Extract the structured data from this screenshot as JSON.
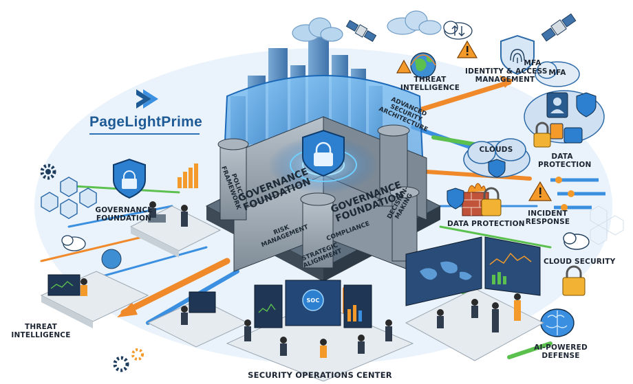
{
  "brand": {
    "name": "PageLightPrime",
    "color": "#1d5a96"
  },
  "labels": {
    "threat_intel_top": "THREAT\nINTELLIGENCE",
    "identity_access": "IDENTITY & ACCESS\nMANAGEMENT",
    "mfa_1": "MFA",
    "mfa_2": "MFA",
    "adv_security": "ADVANCED\nSECURITY\nARCHITECTURE",
    "clouds": "CLOUDS",
    "data_protection_right": "DATA\nPROTECTION",
    "data_protection_mid": "DATA PROTECTION",
    "incident_response": "INCIDENT\nRESPONSE",
    "cloud_security": "CLOUD SECURITY",
    "ai_defense": "AI-POWERED\nDEFENSE",
    "soc": "SECURITY OPERATIONS CENTER",
    "soc_screen": "SOC",
    "threat_intel_left": "THREAT\nINTELLIGENCE",
    "governance_left": "GOVERNANCE\nFOUNDATION",
    "gov_wall_1": "GOVERNANCE\nFOUNDATION",
    "gov_wall_2": "GOVERNANCE\nFOUNDATION",
    "policy": "POLICY\nFRAMEWORK",
    "risk": "RISK\nMANAGEMENT",
    "compliance": "COMPLIANCE",
    "strategic": "STRATEGIC\nALIGNMENT",
    "decision": "DECISION-\nMAKING"
  },
  "colors": {
    "shield_blue": "#2d7fd0",
    "fortress_gray": "#8e9aa6",
    "arrow_orange": "#f0892a",
    "arrow_green": "#5cc04f",
    "arrow_blue": "#3a8fe0",
    "screen_dark": "#1f3654",
    "alert_orange": "#f39a2a"
  },
  "icons": [
    "satellite-icon",
    "cloud-icon",
    "warning-icon",
    "globe-icon",
    "fingerprint-shield-icon",
    "padlock-icon",
    "gear-icon",
    "brain-icon",
    "firewall-icon",
    "user-badge-icon"
  ]
}
